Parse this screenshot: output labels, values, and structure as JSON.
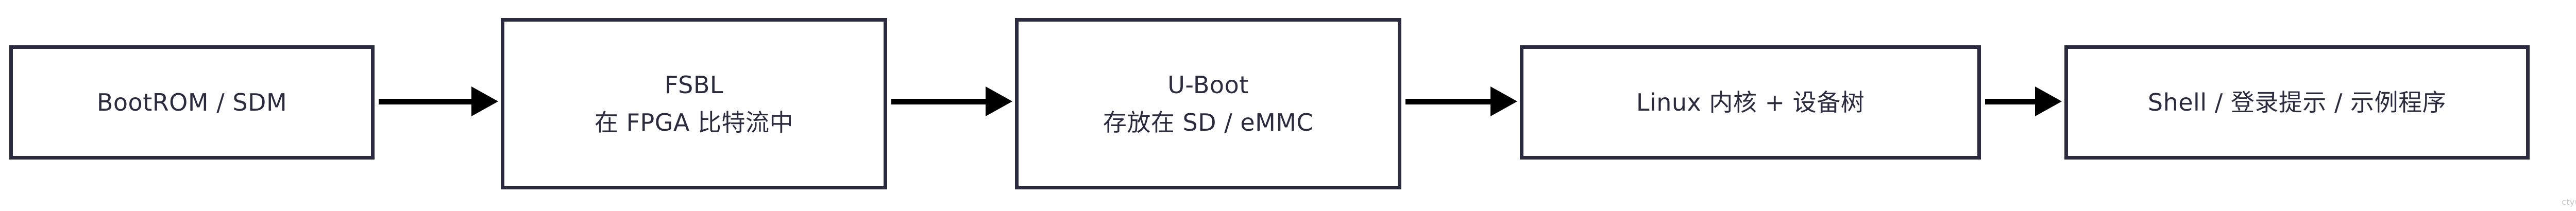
{
  "diagram": {
    "type": "flow",
    "orientation": "left-to-right",
    "title": "",
    "colors": {
      "node_border": "#2b2b40",
      "node_fill": "#ffffff",
      "node_shadow": "#efefef",
      "text": "#2b2b40",
      "arrow": "#000000",
      "background": "#ffffff",
      "watermark": "#c9c9c9"
    },
    "nodes": [
      {
        "id": "bootrom",
        "lines": [
          "BootROM / SDM"
        ]
      },
      {
        "id": "fsbl",
        "lines": [
          "FSBL",
          "在 FPGA 比特流中"
        ]
      },
      {
        "id": "uboot",
        "lines": [
          "U-Boot",
          "存放在 SD / eMMC"
        ]
      },
      {
        "id": "kernel",
        "lines": [
          "Linux 内核 + 设备树"
        ]
      },
      {
        "id": "shell",
        "lines": [
          "Shell / 登录提示 / 示例程序"
        ]
      }
    ],
    "edges": [
      {
        "id": "e1",
        "from": "bootrom",
        "to": "fsbl",
        "label": "",
        "style": "solid-arrow"
      },
      {
        "id": "e2",
        "from": "fsbl",
        "to": "uboot",
        "label": "",
        "style": "solid-arrow"
      },
      {
        "id": "e3",
        "from": "uboot",
        "to": "kernel",
        "label": "",
        "style": "solid-arrow"
      },
      {
        "id": "e4",
        "from": "kernel",
        "to": "shell",
        "label": "",
        "style": "solid-arrow"
      }
    ]
  },
  "watermark": {
    "text": "ctyun/Du_carry"
  }
}
